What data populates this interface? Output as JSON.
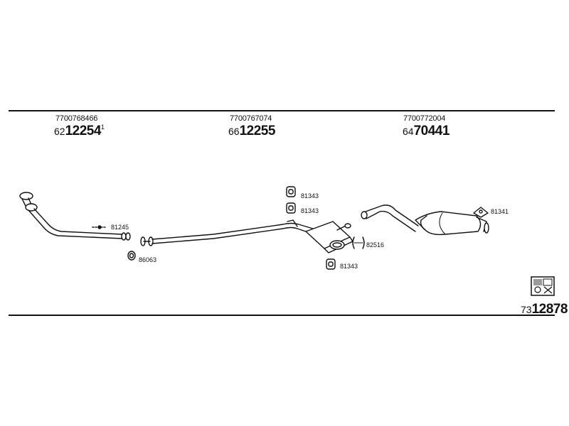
{
  "header": {
    "part_left": {
      "oe_number": "7700768466",
      "prefix": "62",
      "main": "12254",
      "suffix": "1"
    },
    "part_middle": {
      "oe_number": "7700767074",
      "prefix": "66",
      "main": "12255"
    },
    "part_right": {
      "oe_number": "7700772004",
      "prefix": "64",
      "main": "70441"
    }
  },
  "callouts": {
    "clamp_81245": "81245",
    "gasket_86063": "86063",
    "hanger_81343_a": "81343",
    "hanger_81343_b": "81343",
    "hanger_81343_c": "81343",
    "clamp_82516": "82516",
    "hanger_81341": "81341"
  },
  "footer": {
    "prefix": "73",
    "main": "12878"
  },
  "icons": {
    "kit_box": "mounting-kit-icon"
  },
  "colors": {
    "line": "#111111",
    "fill": "#ffffff",
    "shade": "#9a9a9a"
  }
}
